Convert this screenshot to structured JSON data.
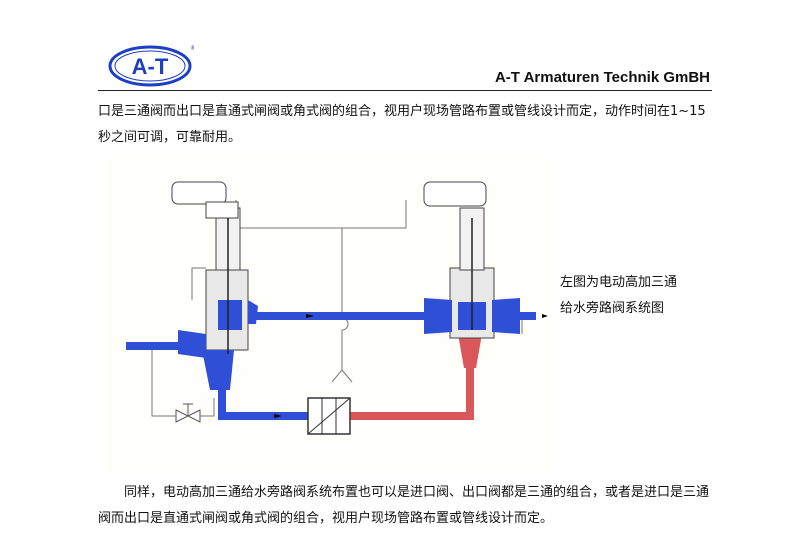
{
  "header": {
    "logo_text": "A-T",
    "company": "A-T Armaturen Technik GmBH"
  },
  "body": {
    "para1": "口是三通阀而出口是直通式闸阀或角式阀的组合，视用户现场管路布置或管线设计而定，动作时间在1~15 秒之间可调，可靠耐用。",
    "para2": "同样，电动高加三通给水旁路阀系统布置也可以是进口阀、出口阀都是三通的组合，或者是进口是三通阀而出口是直通式闸阀或角式阀的组合，视用户现场管路布置或管线设计而定。"
  },
  "figure": {
    "caption_line1": "左图为电动高加三通",
    "caption_line2": "给水旁路阀系统图"
  },
  "colors": {
    "cold_water": "#2f4fd6",
    "hot_water": "#d9575a",
    "line": "#777777"
  }
}
